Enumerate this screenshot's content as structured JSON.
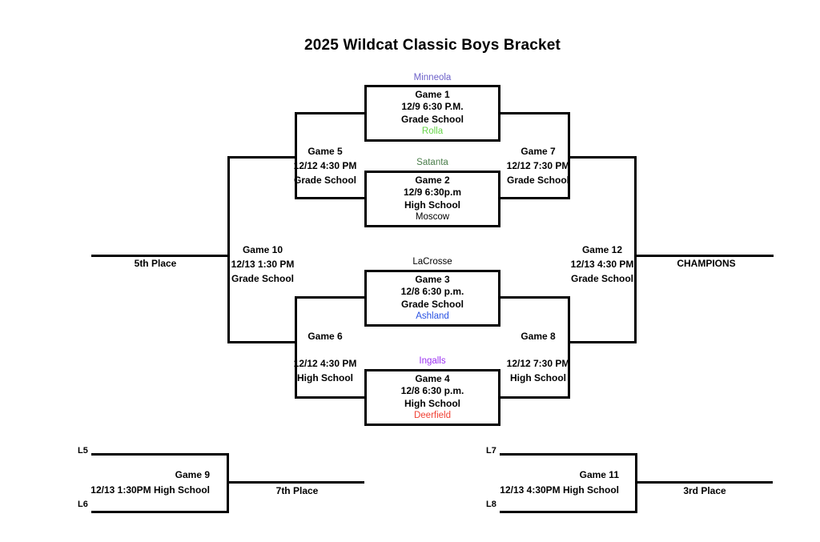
{
  "title": "2025 Wildcat Classic Boys Bracket",
  "matchups": {
    "game1": {
      "top_team": "Minneola",
      "top_color": "#6B5FC8",
      "label": "Game 1",
      "datetime": "12/9 6:30 P.M.",
      "venue": "Grade School",
      "bottom_team": "Rolla",
      "bottom_color": "#65D447"
    },
    "game2": {
      "top_team": "Satanta",
      "top_color": "#4A7D4A",
      "label": "Game 2",
      "datetime": "12/9 6:30p.m",
      "venue": "High School",
      "bottom_team": "Moscow",
      "bottom_color": "#000000"
    },
    "game3": {
      "top_team": "LaCrosse",
      "top_color": "#000000",
      "label": "Game 3",
      "datetime": "12/8 6:30 p.m.",
      "venue": "Grade School",
      "bottom_team": "Ashland",
      "bottom_color": "#2952E3"
    },
    "game4": {
      "top_team": "Ingalls",
      "top_color": "#9B30F2",
      "label": "Game 4",
      "datetime": "12/8 6:30 p.m.",
      "venue": "High School",
      "bottom_team": "Deerfield",
      "bottom_color": "#F04134"
    }
  },
  "semis": {
    "game5": {
      "label": "Game 5",
      "datetime": "12/12 4:30 PM",
      "venue": "Grade School"
    },
    "game6": {
      "label": "Game 6",
      "datetime": "12/12 4:30 PM",
      "venue": "High School"
    },
    "game7": {
      "label": "Game 7",
      "datetime": "12/12 7:30 PM",
      "venue": "Grade School"
    },
    "game8": {
      "label": "Game 8",
      "datetime": "12/12 7:30 PM",
      "venue": "High School"
    }
  },
  "finals": {
    "game10": {
      "label": "Game 10",
      "datetime": "12/13 1:30 PM",
      "venue": "Grade School",
      "place": "5th Place"
    },
    "game12": {
      "label": "Game 12",
      "datetime": "12/13 4:30 PM",
      "venue": "Grade School",
      "place": "CHAMPIONS"
    }
  },
  "consolation": {
    "game9": {
      "seed_top": "L5",
      "seed_bottom": "L6",
      "label": "Game 9",
      "details": "12/13 1:30PM High School",
      "place": "7th Place"
    },
    "game11": {
      "seed_top": "L7",
      "seed_bottom": "L8",
      "label": "Game 11",
      "details": "12/13 4:30PM High School",
      "place": "3rd Place"
    }
  }
}
